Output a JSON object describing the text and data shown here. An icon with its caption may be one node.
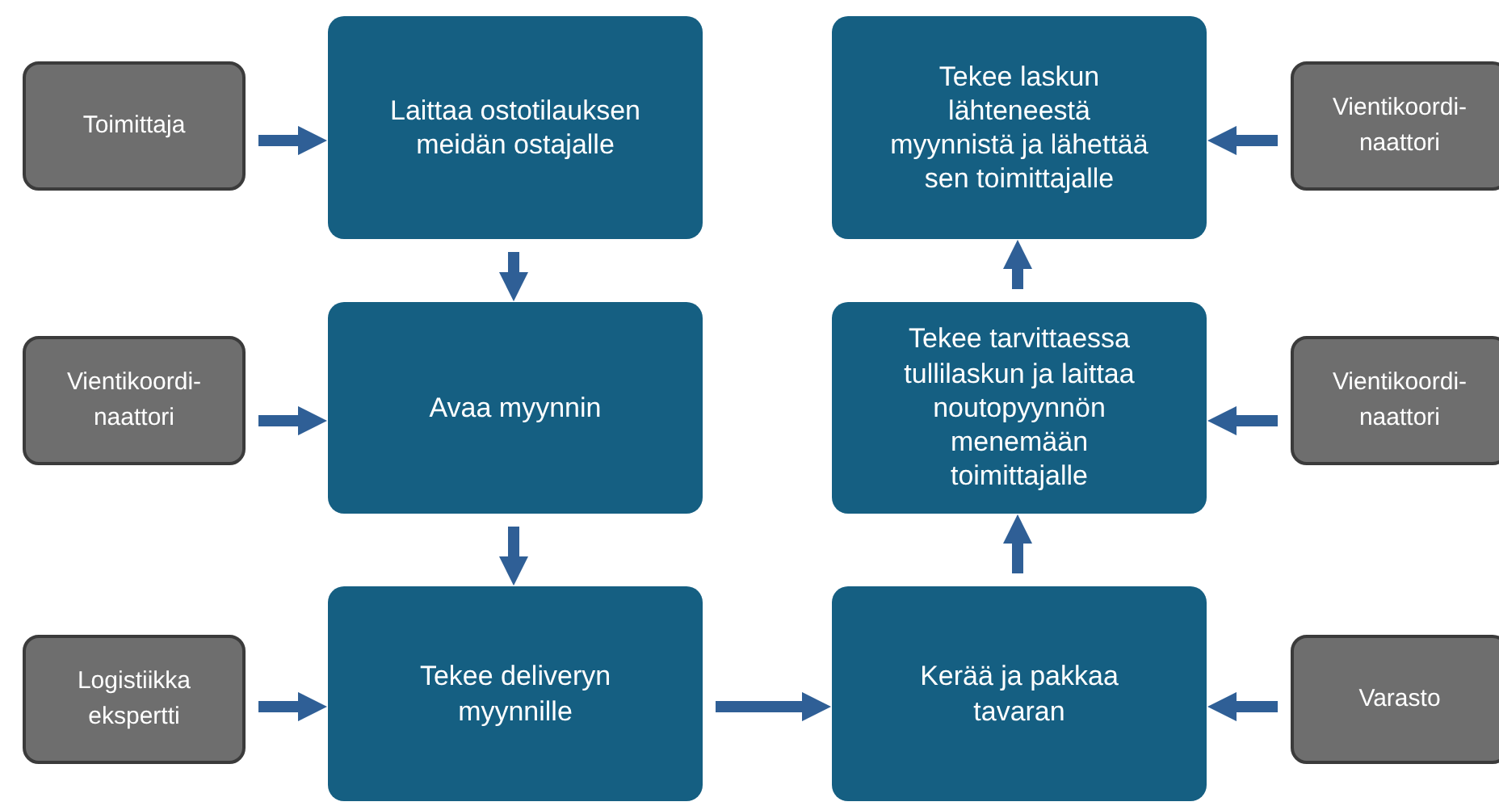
{
  "diagram": {
    "nodes": [
      {
        "text": [
          "Toimittaja"
        ]
      },
      {
        "text": [
          "Laittaa ostotilauksen meidän ostajalle"
        ]
      },
      {
        "text": [
          "Tekee laskun lähteneestä myynnistä ja lähettää sen toimittajalle"
        ]
      },
      {
        "text": [
          "Vientikoordi- naattori"
        ]
      },
      {
        "text": [
          "Vientikoordi- naattori"
        ]
      },
      {
        "text": [
          "Avaa myynnin"
        ]
      },
      {
        "text": [
          "Tekee tarvittaessa tullilaskun ja laittaa noutopyynnön menemään toimittajalle"
        ]
      },
      {
        "text": [
          "Vientikoordi- naattori"
        ]
      },
      {
        "text": [
          "Logistiikka ekspertti"
        ]
      },
      {
        "text": [
          "Tekee deliveryn myynnille"
        ]
      },
      {
        "text": [
          "Kerää ja pakkaa tavaran"
        ]
      },
      {
        "text": [
          "Varasto"
        ]
      }
    ],
    "edges": [
      {
        "from": 0,
        "to": 1,
        "arrow": "to"
      },
      {
        "from": 1,
        "to": 5,
        "arrow": "to"
      },
      {
        "from": 4,
        "to": 5,
        "arrow": "to"
      },
      {
        "from": 5,
        "to": 9,
        "arrow": "to"
      },
      {
        "from": 8,
        "to": 9,
        "arrow": "to"
      },
      {
        "from": 9,
        "to": 10,
        "arrow": "to"
      },
      {
        "from": 11,
        "to": 10,
        "arrow": "to"
      },
      {
        "from": 10,
        "to": 6,
        "arrow": "to"
      },
      {
        "from": 7,
        "to": 6,
        "arrow": "to"
      },
      {
        "from": 6,
        "to": 2,
        "arrow": "to"
      },
      {
        "from": 3,
        "to": 2,
        "arrow": "to"
      }
    ]
  }
}
